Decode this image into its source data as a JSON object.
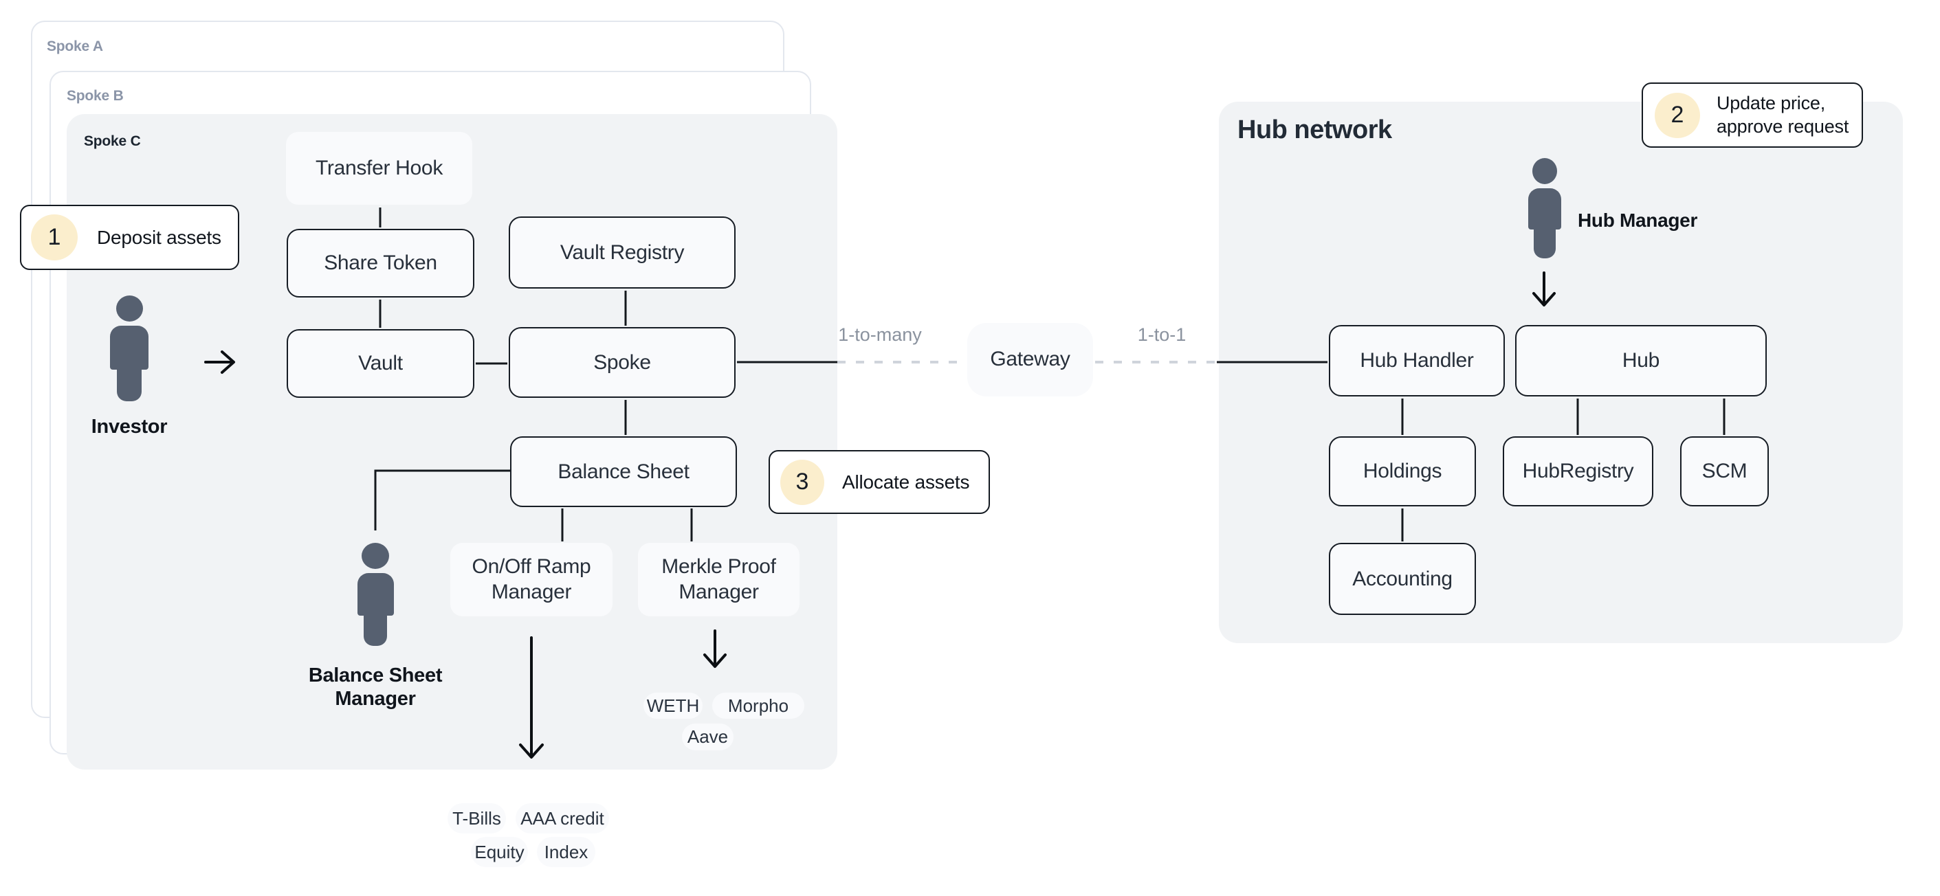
{
  "containers": {
    "spoke_a": {
      "label": "Spoke A"
    },
    "spoke_b": {
      "label": "Spoke B"
    },
    "spoke_c": {
      "label": "Spoke C"
    },
    "hub_network": {
      "title": "Hub network"
    }
  },
  "nodes": {
    "transfer_hook": "Transfer Hook",
    "share_token": "Share Token",
    "vault_registry": "Vault Registry",
    "vault": "Vault",
    "spoke": "Spoke",
    "balance_sheet": "Balance Sheet",
    "gateway": "Gateway",
    "onoff_ramp_manager": {
      "line1": "On/Off Ramp",
      "line2": "Manager"
    },
    "merkle_proof_manager": {
      "line1": "Merkle Proof",
      "line2": "Manager"
    },
    "hub_handler": "Hub Handler",
    "hub": "Hub",
    "holdings": "Holdings",
    "hub_registry": "HubRegistry",
    "scm": "SCM",
    "accounting": "Accounting"
  },
  "callouts": {
    "deposit": {
      "number": "1",
      "text": "Deposit assets"
    },
    "update": {
      "number": "2",
      "line1": "Update price,",
      "line2": "approve request"
    },
    "allocate": {
      "number": "3",
      "text": "Allocate assets"
    }
  },
  "actors": {
    "investor": {
      "label": "Investor"
    },
    "balance_sheet_manager": {
      "line1": "Balance Sheet",
      "line2": "Manager"
    },
    "hub_manager": {
      "label": "Hub Manager"
    }
  },
  "edge_labels": {
    "spoke_to_gateway": "1-to-many",
    "gateway_to_hub": "1-to-1"
  },
  "asset_pills": {
    "weth": "WETH",
    "morpho": "Morpho",
    "aave": "Aave",
    "tbills": "T-Bills",
    "aaa_credit": "AAA credit",
    "equity": "Equity",
    "index": "Index"
  },
  "colors": {
    "panel_fill": "#f1f3f5",
    "node_fill": "#f9fafc",
    "node_border": "#161c24",
    "badge_fill": "#fbeecd",
    "person_fill": "#566070",
    "muted_label": "#8a929e",
    "dash": "#cfd4db"
  }
}
